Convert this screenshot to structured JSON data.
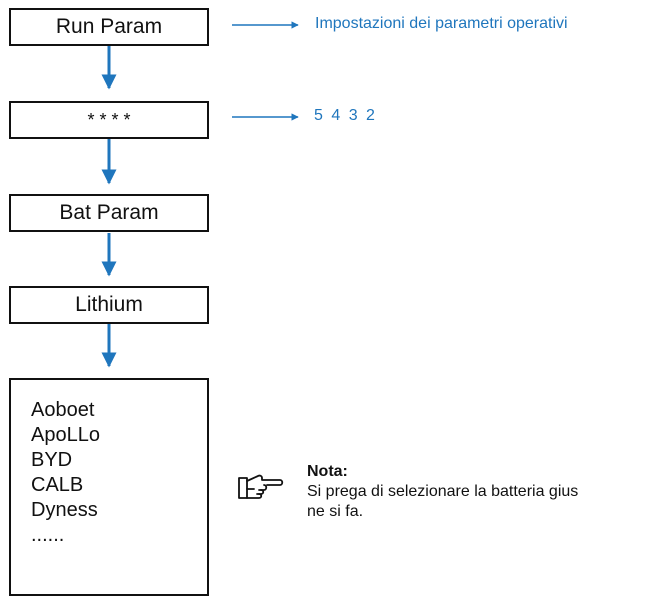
{
  "flow": {
    "run_param": "Run Param",
    "password": "* * * *",
    "bat_param": "Bat Param",
    "lithium": "Lithium",
    "brands": [
      "Aoboet",
      "ApoLLo",
      "BYD",
      "CALB",
      "Dyness",
      "......"
    ]
  },
  "annotations": {
    "run_param_desc": "Impostazioni dei parametri operativi",
    "password_value": "5 4 3 2"
  },
  "note": {
    "title": "Nota:",
    "line1": "Si prega di selezionare la batteria gius",
    "line2": "ne si fa.",
    "icon": "pointing-hand-icon"
  },
  "colors": {
    "accent": "#1f76bd",
    "border": "#111111"
  }
}
